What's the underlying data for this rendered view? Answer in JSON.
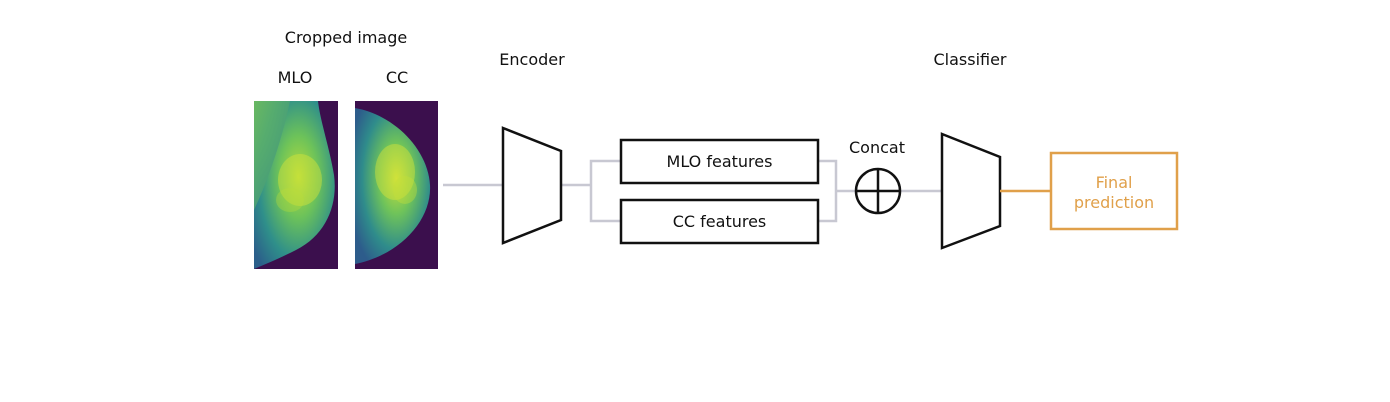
{
  "labels": {
    "cropped_image": "Cropped image",
    "view_mlo": "MLO",
    "view_cc": "CC",
    "encoder": "Encoder",
    "classifier": "Classifier",
    "concat": "Concat"
  },
  "boxes": {
    "mlo_features": "MLO features",
    "cc_features": "CC features"
  },
  "output": {
    "line1": "Final",
    "line2": "prediction"
  },
  "colors": {
    "connector": "#c8c8d2",
    "outline": "#111111",
    "output_accent": "#e0a04a",
    "image_bg": "#3b0f4d"
  }
}
